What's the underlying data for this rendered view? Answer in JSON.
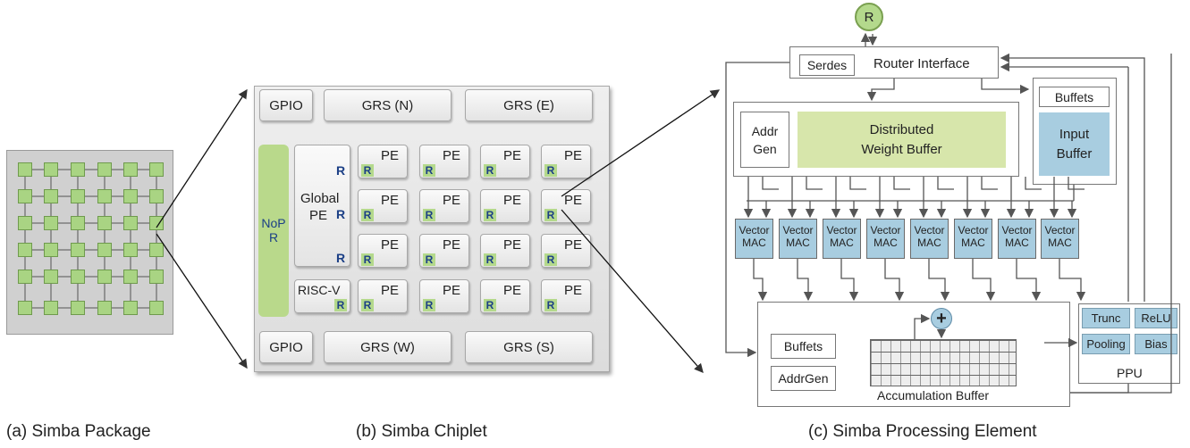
{
  "captions": {
    "a": "(a) Simba Package",
    "b": "(b) Simba Chiplet",
    "c": "(c) Simba Processing Element"
  },
  "chiplet": {
    "gpio_top": "GPIO",
    "grs_n": "GRS (N)",
    "grs_e": "GRS (E)",
    "gpio_bottom": "GPIO",
    "grs_w": "GRS (W)",
    "grs_s": "GRS (S)",
    "nop": "NoP",
    "nop_r": "R",
    "global_pe": "Global\nPE",
    "risc_v": "RISC-V",
    "pe_label": "PE",
    "router_label": "R"
  },
  "pe": {
    "router": "R",
    "serdes": "Serdes",
    "router_interface": "Router Interface",
    "buffets_top": "Buffets",
    "input_buffer": "Input\nBuffer",
    "addr_gen": "Addr\nGen",
    "weight_buffer": "Distributed\nWeight Buffer",
    "vector_mac": "Vector\nMAC",
    "plus": "+",
    "buffets_bottom": "Buffets",
    "addrgen_bottom": "AddrGen",
    "accumulation_buffer": "Accumulation Buffer",
    "ppu": {
      "trunc": "Trunc",
      "relu": "ReLU",
      "pooling": "Pooling",
      "bias": "Bias",
      "label": "PPU"
    }
  },
  "colors": {
    "router_green": "#b4d98c",
    "weight_buffer": "#d7e6ab",
    "input_buffer": "#a8cde0",
    "router_text": "#1b3f86"
  }
}
